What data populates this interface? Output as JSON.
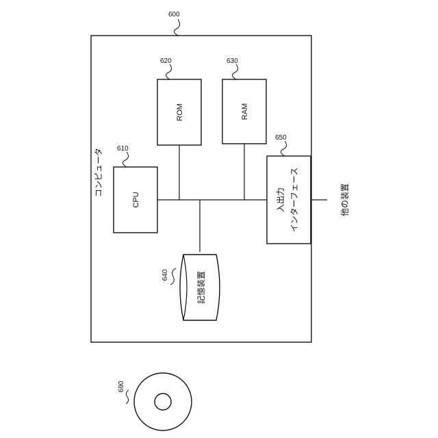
{
  "computer": {
    "ref": "600",
    "label": "コンピュータ"
  },
  "cpu": {
    "ref": "610",
    "label": "CPU"
  },
  "rom": {
    "ref": "620",
    "label": "ROM"
  },
  "ram": {
    "ref": "630",
    "label": "RAM"
  },
  "storage": {
    "ref": "640",
    "label": "記憶装置"
  },
  "io": {
    "ref": "650",
    "label_line1": "入出力",
    "label_line2": "インターフェース"
  },
  "external": {
    "label": "他の装置"
  },
  "disc": {
    "ref": "690"
  }
}
